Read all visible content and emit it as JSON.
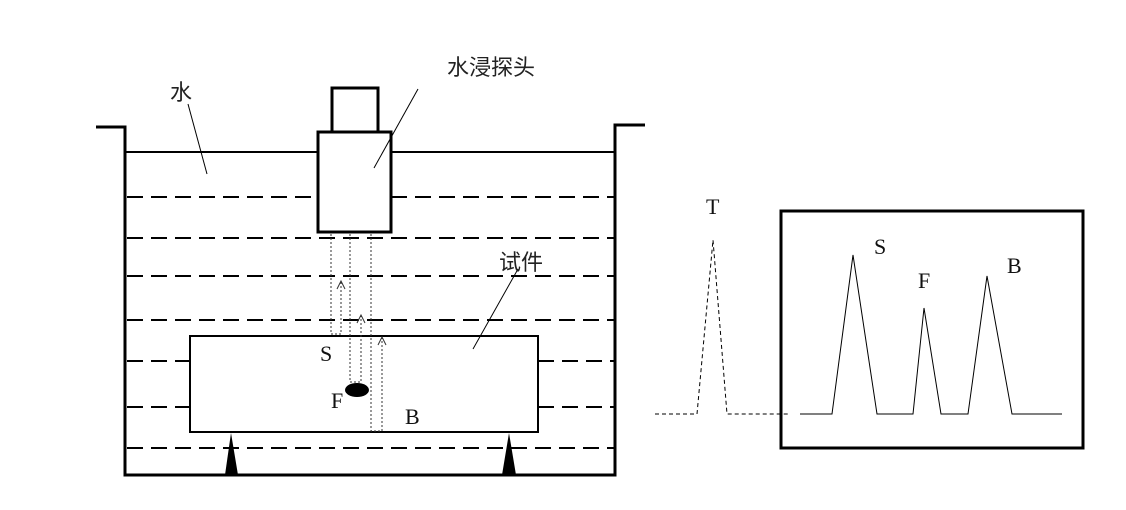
{
  "labels": {
    "water": "水",
    "probe": "水浸探头",
    "specimen": "试件",
    "surface_echo_mark": "S",
    "flaw_mark": "F",
    "bottom_echo_mark": "B",
    "transmit_pulse": "T",
    "screen_S": "S",
    "screen_F": "F",
    "screen_B": "B"
  },
  "colors": {
    "line": "#000000",
    "background": "#ffffff"
  },
  "waveform": {
    "pulses": [
      {
        "name": "T",
        "relative_height": 1.0,
        "style": "dashed"
      },
      {
        "name": "S",
        "relative_height": 0.91,
        "style": "solid"
      },
      {
        "name": "F",
        "relative_height": 0.61,
        "style": "solid"
      },
      {
        "name": "B",
        "relative_height": 0.8,
        "style": "solid"
      }
    ]
  }
}
